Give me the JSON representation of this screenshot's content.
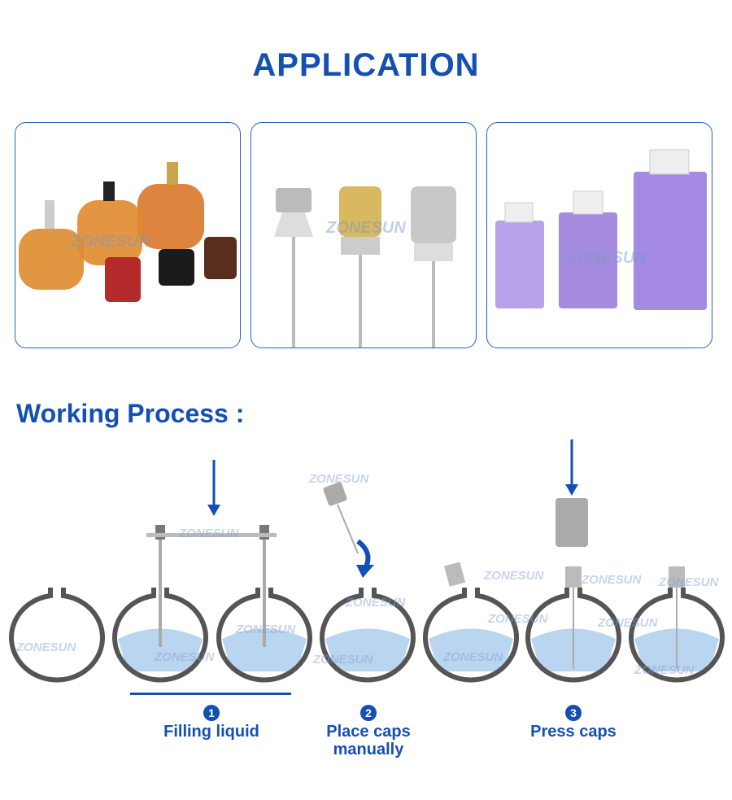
{
  "title": "APPLICATION",
  "watermark": "ZONESUN",
  "cards": [
    {
      "name": "amber-glass-bottles"
    },
    {
      "name": "spray-pump-caps"
    },
    {
      "name": "purple-perfume-bottles"
    }
  ],
  "section_title": "Working Process :",
  "steps": [
    {
      "number": "1",
      "label": "Filling liquid"
    },
    {
      "number": "2",
      "label": "Place caps manually"
    },
    {
      "number": "3",
      "label": "Press caps"
    }
  ],
  "colors": {
    "brand": "#1450b4",
    "liquid": "#a9cbec",
    "bottle": "#555555"
  }
}
